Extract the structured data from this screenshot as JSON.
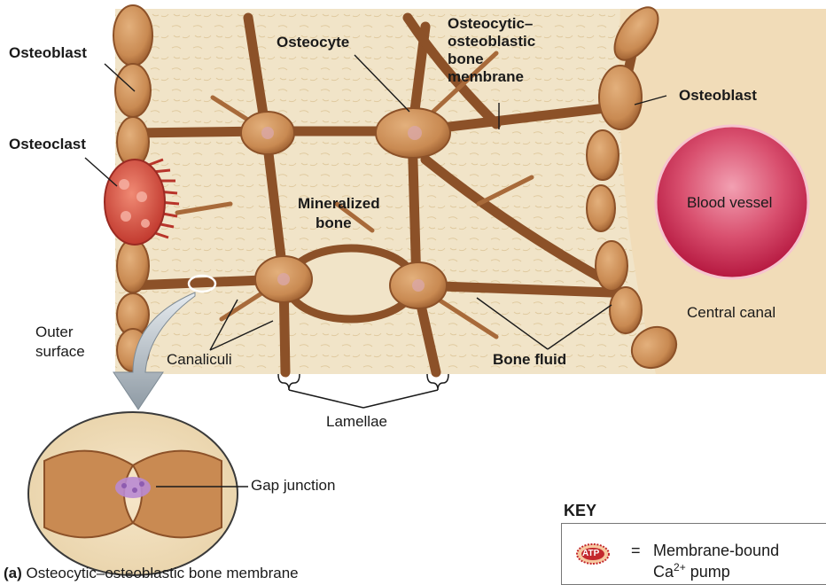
{
  "labels": {
    "osteoblast_left": "Osteoblast",
    "osteoclast": "Osteoclast",
    "osteocyte": "Osteocyte",
    "membrane_line1": "Osteocytic–",
    "membrane_line2": "osteoblastic",
    "membrane_line3": "bone",
    "membrane_line4": "membrane",
    "osteoblast_right": "Osteoblast",
    "mineralized_line1": "Mineralized",
    "mineralized_line2": "bone",
    "blood_vessel": "Blood vessel",
    "central_canal": "Central canal",
    "outer_line1": "Outer",
    "outer_line2": "surface",
    "canaliculi": "Canaliculi",
    "bone_fluid": "Bone fluid",
    "lamellae": "Lamellae",
    "gap_junction": "Gap junction"
  },
  "caption": {
    "letter": "(a)",
    "text": "Osteocytic–osteoblastic bone membrane"
  },
  "key": {
    "title": "KEY",
    "icon_text": "ATP",
    "equals": "=",
    "line1": "Membrane-bound",
    "line2_prefix": "Ca",
    "line2_sup": "2+",
    "line2_suffix": " pump"
  },
  "colors": {
    "matrix": "#f1e4c8",
    "cell": "#c98a52",
    "cell_dark": "#8c5128",
    "osteoclast": "#d94c3f",
    "blood_vessel": "#c6244e",
    "canal": "#f1dcb8",
    "atp_ring": "#c3282d",
    "arrow": "#9a2a56"
  }
}
